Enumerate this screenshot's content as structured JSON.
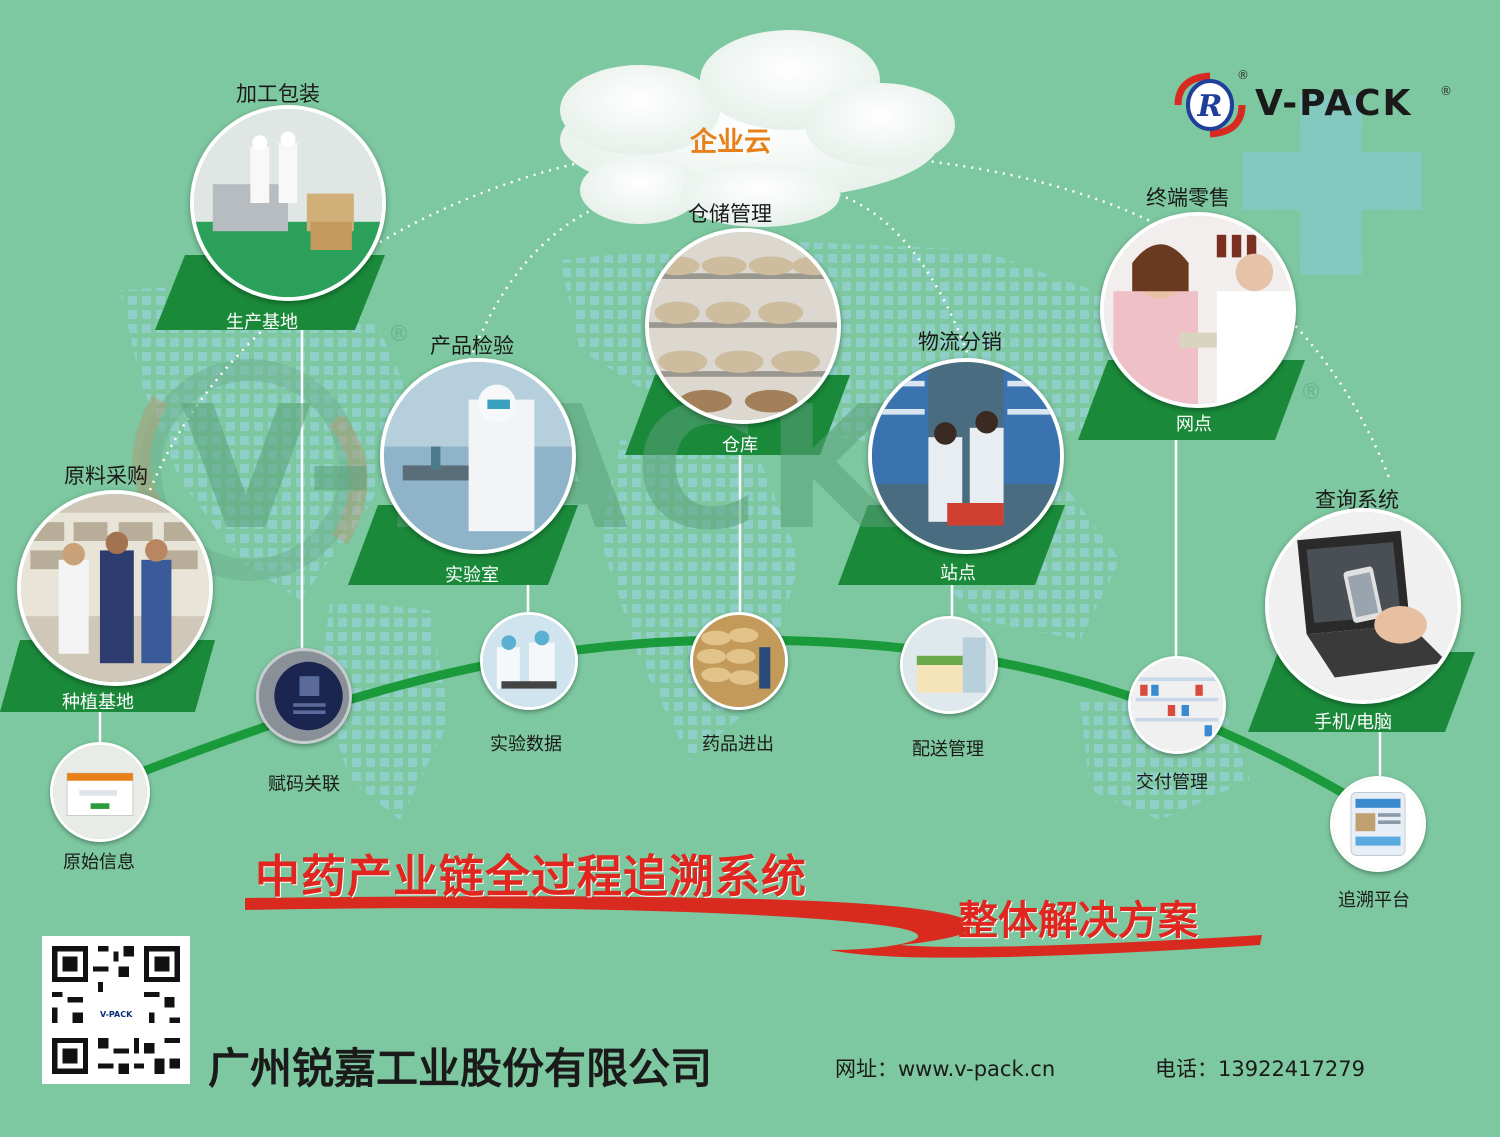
{
  "brand": {
    "name": "V-PACK",
    "registered_mark": "®",
    "logo_letter": "R",
    "logo_icon": "vpack-r-logo-icon",
    "watermark_text": "V-PACK",
    "colors": {
      "accent_blue": "#1f3f9a",
      "accent_red": "#d82a20"
    }
  },
  "cloud": {
    "title": "企业云"
  },
  "stages": [
    {
      "heading": "原料采购",
      "platform_label": "种植基地"
    },
    {
      "heading": "加工包装",
      "platform_label": "生产基地"
    },
    {
      "heading": "产品检验",
      "platform_label": "实验室"
    },
    {
      "heading": "仓储管理",
      "platform_label": "仓库"
    },
    {
      "heading": "物流分销",
      "platform_label": "站点"
    },
    {
      "heading": "终端零售",
      "platform_label": "网点"
    },
    {
      "heading": "查询系统",
      "platform_label": "手机/电脑"
    }
  ],
  "chain_nodes": [
    {
      "label": "原始信息"
    },
    {
      "label": "赋码关联"
    },
    {
      "label": "实验数据"
    },
    {
      "label": "药品进出"
    },
    {
      "label": "配送管理"
    },
    {
      "label": "交付管理"
    },
    {
      "label": "追溯平台"
    }
  ],
  "titles": {
    "main": "中药产业链全过程追溯系统",
    "sub": "整体解决方案"
  },
  "footer": {
    "company": "广州锐嘉工业股份有限公司",
    "website": "网址：www.v-pack.cn",
    "phone": "电话：13922417279",
    "qr_logo_text": "V-PACK",
    "qr_icon": "qr-code-icon"
  },
  "colors": {
    "background": "#7dc8a0",
    "platform_green": "#1a8a3a",
    "chain_line": "#1a9a3a",
    "title_red": "#e0261e",
    "cloud_title_orange": "#e8801a"
  }
}
